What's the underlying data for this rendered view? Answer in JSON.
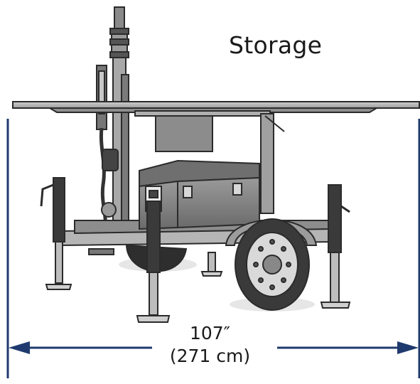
{
  "title": "Storage",
  "dimension": {
    "imperial": "107″",
    "metric": "(271 cm)"
  },
  "colors": {
    "dimension_line": "#1f3a6e",
    "outline": "#2b2b2b",
    "panel": "#bdbdbd",
    "tire": "#2e2e2e"
  }
}
